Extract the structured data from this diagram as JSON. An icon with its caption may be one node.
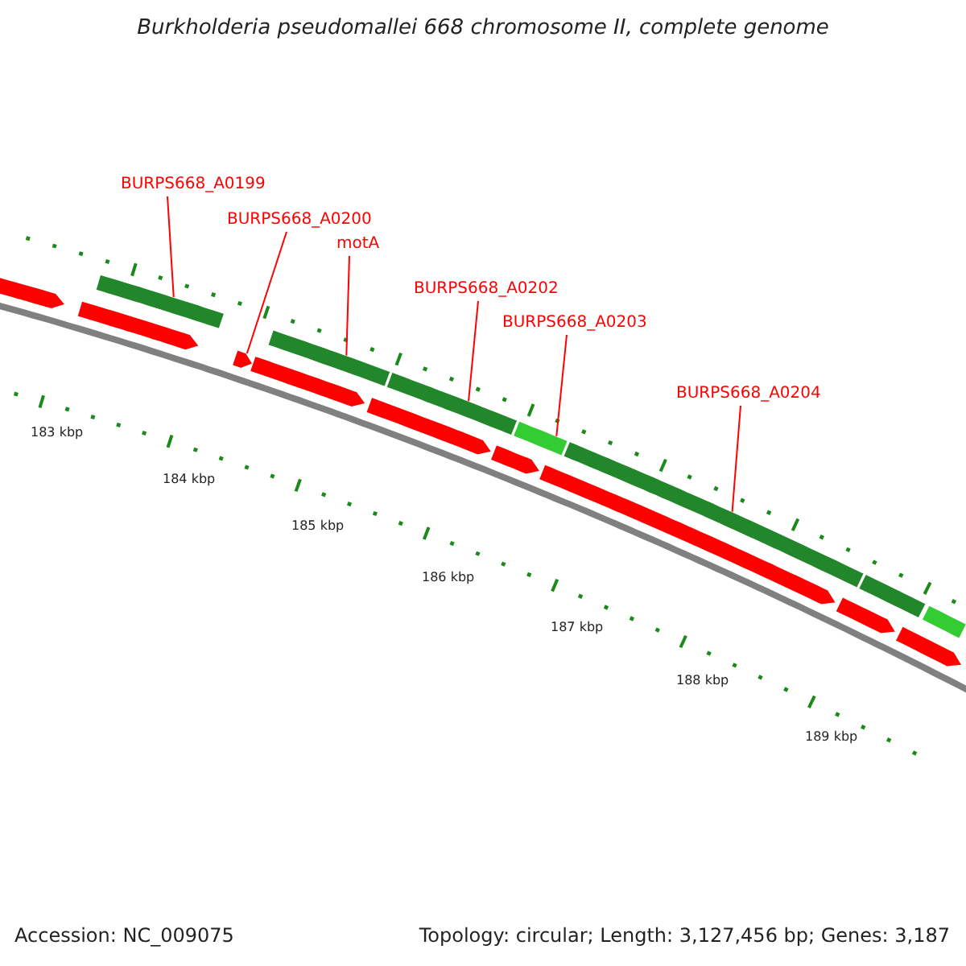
{
  "diagram": {
    "title": "Burkholderia pseudomallei 668 chromosome II, complete genome",
    "nodes": [
      {
        "text": [
          "BURPS668_A0199"
        ]
      },
      {
        "text": [
          "BURPS668_A0200"
        ]
      },
      {
        "text": [
          "motA"
        ]
      },
      {
        "text": [
          "BURPS668_A0202"
        ]
      },
      {
        "text": [
          "BURPS668_A0203"
        ]
      },
      {
        "text": [
          "BURPS668_A0204"
        ]
      },
      {
        "text": [],
        "shape": "bar"
      },
      {
        "text": [],
        "shape": "bar"
      },
      {
        "text": [],
        "shape": "bar"
      },
      {
        "text": [],
        "shape": "bar"
      },
      {
        "text": [],
        "shape": "bar"
      },
      {
        "text": [],
        "shape": "bar"
      },
      {
        "text": [],
        "shape": "bar"
      },
      {
        "text": [],
        "shape": "bar"
      },
      {
        "text": [],
        "shape": "bar"
      },
      {
        "text": [],
        "shape": "bar"
      },
      {
        "text": [],
        "shape": "bar"
      },
      {
        "text": [],
        "shape": "bar"
      },
      {
        "text": [],
        "shape": "bar"
      },
      {
        "text": [],
        "shape": "bar"
      },
      {
        "text": [],
        "shape": "bar"
      },
      {
        "text": [],
        "shape": "bar"
      }
    ],
    "edges": [
      {
        "from": 0,
        "to": 6,
        "arrow": "none"
      },
      {
        "from": 1,
        "to": 15,
        "arrow": "none"
      },
      {
        "from": 2,
        "to": 7,
        "arrow": "none"
      },
      {
        "from": 3,
        "to": 8,
        "arrow": "none"
      },
      {
        "from": 4,
        "to": 9,
        "arrow": "none"
      },
      {
        "from": 5,
        "to": 10,
        "arrow": "none"
      }
    ],
    "labels": [
      "183 kbp",
      "184 kbp",
      "185 kbp",
      "186 kbp",
      "187 kbp",
      "188 kbp",
      "189 kbp",
      "Accession: NC_009075",
      "Topology: circular; Length: 3,127,456 bp; Genes: 3,187"
    ]
  }
}
